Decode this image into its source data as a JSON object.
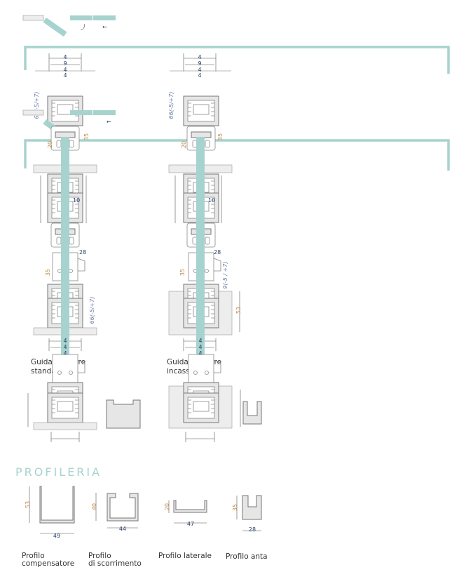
{
  "colors": {
    "accent": "#a7d3cf",
    "profile": "#e6e6e6"
  },
  "top_dims": [
    "4",
    "9",
    "4",
    "4"
  ],
  "columns": [
    {
      "caption_line1": "Guida inferiore",
      "caption_line2": "standard",
      "dims": {
        "upper_height": "66(-5/+7)",
        "d20": "20",
        "d35_top": "35",
        "d10": "10",
        "d28": "28",
        "d35_mid": "35",
        "lower_height": "66(-5/+7)"
      },
      "bottom_dims": [
        "4",
        "4",
        "4"
      ]
    },
    {
      "caption_line1": "Guida inferiore",
      "caption_line2": "incassata",
      "dims": {
        "upper_height": "66(-5/+7)",
        "d20": "20",
        "d35_top": "35",
        "d10": "10",
        "d28": "28",
        "d35_mid": "35",
        "adjust": "9(-5 / +7)",
        "d53": "53"
      },
      "bottom_dims": [
        "4",
        "4",
        "4"
      ]
    }
  ],
  "profileria": {
    "title": "PROFILERIA",
    "items": [
      {
        "label1": "Profilo",
        "label2": "compensatore",
        "height": "53",
        "width": "49"
      },
      {
        "label1": "Profilo",
        "label2": "di scorrimento",
        "height": "40",
        "width": "44"
      },
      {
        "label1": "Profilo laterale",
        "label2": "",
        "height": "20",
        "width": "47"
      },
      {
        "label1": "Profilo anta",
        "label2": "",
        "height": "35",
        "width": "28"
      }
    ]
  },
  "arrow_symbol": "←"
}
